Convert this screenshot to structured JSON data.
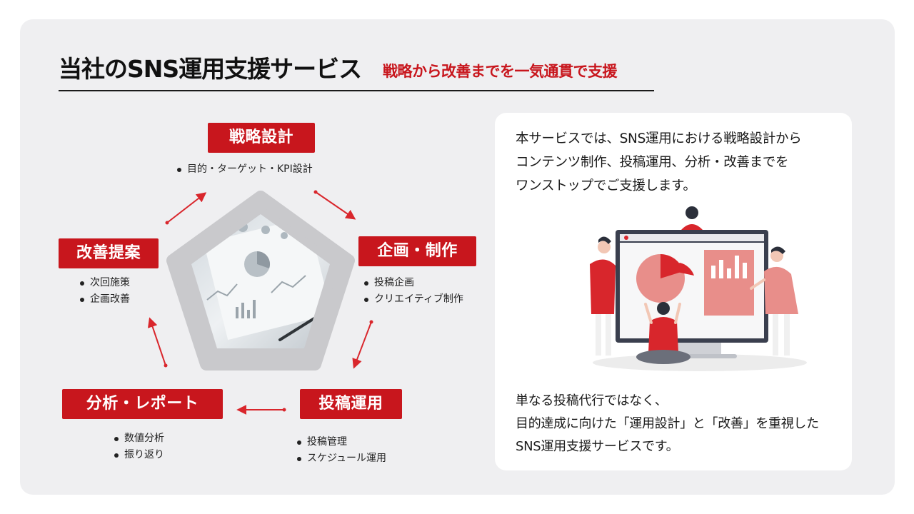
{
  "header": {
    "title": "当社のSNS運用支援サービス",
    "subtitle": "戦略から改善までを一気通貫で支援"
  },
  "cycle": {
    "steps": [
      {
        "label": "戦略設計",
        "items": [
          "目的・ターゲット・KPI設計"
        ]
      },
      {
        "label": "企画・制作",
        "items": [
          "投稿企画",
          "クリエイティブ制作"
        ]
      },
      {
        "label": "投稿運用",
        "items": [
          "投稿管理",
          "スケジュール運用"
        ]
      },
      {
        "label": "分析・レポート",
        "items": [
          "数値分析",
          "振り返り"
        ]
      },
      {
        "label": "改善提案",
        "items": [
          "次回施策",
          "企画改善"
        ]
      }
    ]
  },
  "card": {
    "intro": "本サービスでは、SNS運用における戦略設計から\nコンテンツ制作、投稿運用、分析・改善までを\nワンストップでご支援します。",
    "summary": "単なる投稿代行ではなく、\n目的達成に向けた「運用設計」と「改善」を重視した\nSNS運用支援サービスです。"
  },
  "colors": {
    "accent": "#c8161d",
    "panel": "#efeff1",
    "arrow": "#d9262c",
    "illustration_pink": "#e88e8a",
    "illustration_red": "#d8262c"
  }
}
